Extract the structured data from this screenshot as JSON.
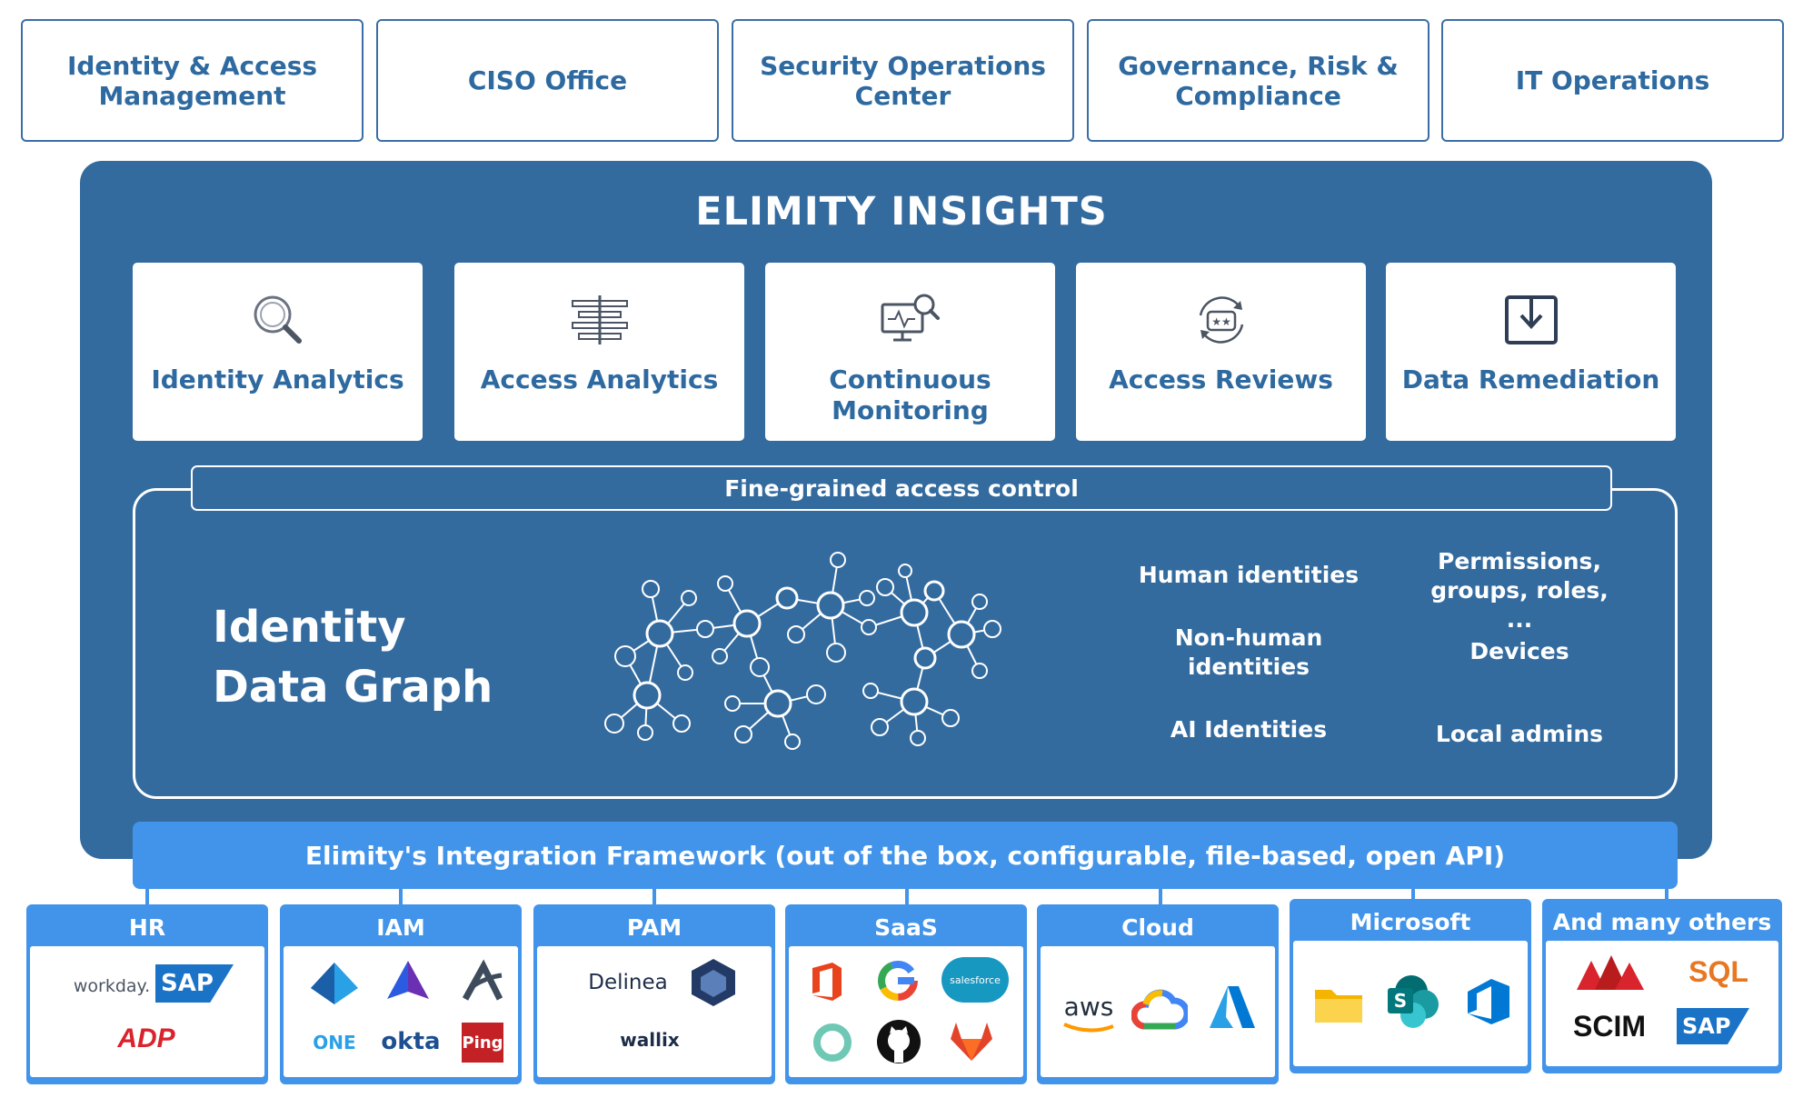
{
  "stakeholders": [
    "Identity & Access Management",
    "CISO Office",
    "Security Operations Center",
    "Governance, Risk & Compliance",
    "IT Operations"
  ],
  "platform": {
    "title": "ELIMITY INSIGHTS",
    "modules": [
      {
        "label": "Identity Analytics",
        "icon": "magnifier-icon"
      },
      {
        "label": "Access Analytics",
        "icon": "layered-bars-icon"
      },
      {
        "label": "Continuous Monitoring",
        "icon": "monitor-search-icon"
      },
      {
        "label": "Access Reviews",
        "icon": "review-badge-icon"
      },
      {
        "label": "Data Remediation",
        "icon": "download-box-icon"
      }
    ],
    "access_control": "Fine-grained access control",
    "graph_title_line1": "Identity",
    "graph_title_line2": "Data Graph",
    "graph_items": [
      "Human identities",
      "Non-human identities",
      "AI Identities",
      "Permissions, groups, roles, ...",
      "Devices",
      "Local admins"
    ]
  },
  "framework": "Elimity's Integration Framework (out of the box, configurable, file-based, open API)",
  "categories": [
    {
      "name": "HR",
      "logos": [
        "workday.",
        "SAP",
        "ADP"
      ]
    },
    {
      "name": "IAM",
      "logos": [
        "ONE",
        "okta",
        "Ping"
      ]
    },
    {
      "name": "PAM",
      "logos": [
        "Delinea",
        "wallix"
      ]
    },
    {
      "name": "SaaS",
      "logos": [
        "salesforce"
      ]
    },
    {
      "name": "Cloud",
      "logos": [
        "aws"
      ]
    },
    {
      "name": "Microsoft",
      "logos": []
    },
    {
      "name": "And many others",
      "logos": [
        "SQL",
        "SCIM",
        "SAP"
      ]
    }
  ],
  "colors": {
    "brand_dark": "#336b9f",
    "brand_light": "#4194ea",
    "text_blue": "#2e6aa0"
  }
}
